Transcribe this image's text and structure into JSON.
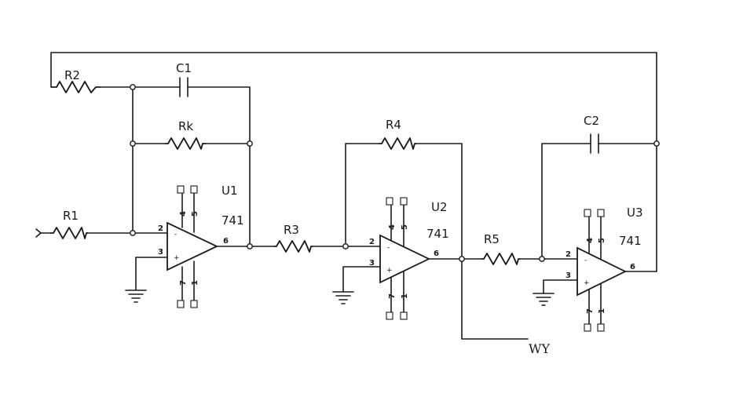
{
  "components": {
    "R1": "R1",
    "R2": "R2",
    "R3": "R3",
    "R4": "R4",
    "R5": "R5",
    "Rk": "Rk",
    "C1": "C1",
    "C2": "C2"
  },
  "amplifiers": [
    {
      "ref": "U1",
      "part": "741"
    },
    {
      "ref": "U2",
      "part": "741"
    },
    {
      "ref": "U3",
      "part": "741"
    }
  ],
  "pins": {
    "inverting": "2",
    "noninverting": "3",
    "output": "6",
    "supply_top_a": "4",
    "supply_top_b": "5",
    "supply_bottom_a": "7",
    "supply_bottom_b": "1",
    "minus_sign": "-",
    "plus_sign": "+"
  },
  "output_label": "WY"
}
